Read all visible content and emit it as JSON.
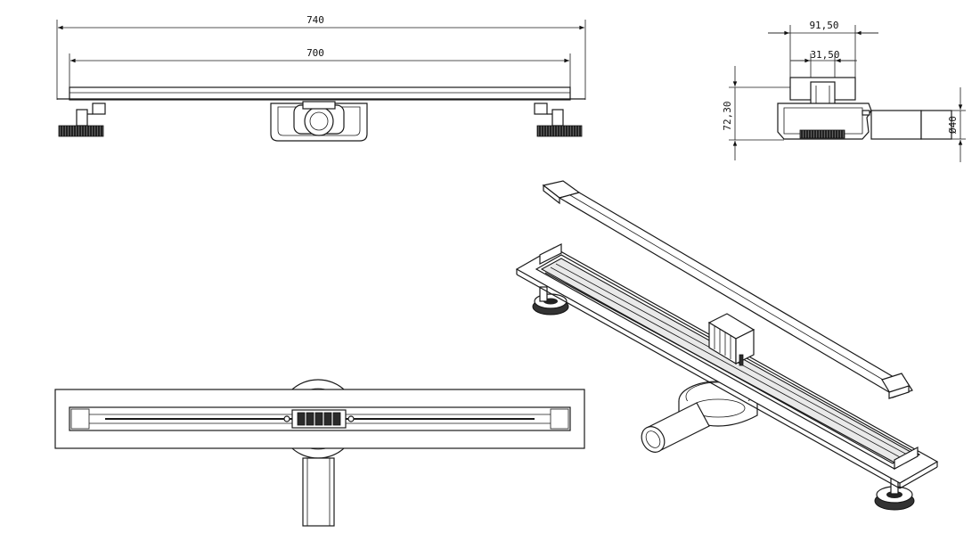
{
  "drawing": {
    "front_view": {
      "overall_length_label": "740",
      "channel_length_label": "700"
    },
    "side_view": {
      "width_label": "91,50",
      "grate_width_label": "31,50",
      "height_label": "72,30",
      "outlet_diameter_label": "Ø40"
    }
  }
}
